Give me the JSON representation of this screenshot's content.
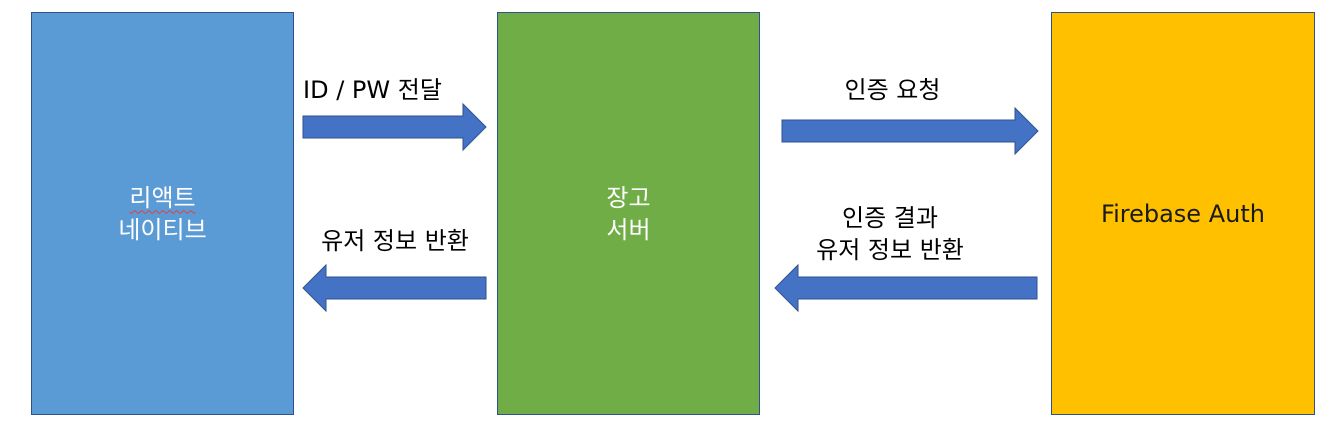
{
  "nodes": {
    "react_native": {
      "line1": "리액트",
      "line2": "네이티브",
      "color": "#5b9bd5"
    },
    "django": {
      "line1": "장고",
      "line2": "서버",
      "color": "#70ad47"
    },
    "firebase": {
      "label": "Firebase Auth",
      "color": "#ffc000"
    }
  },
  "edges": {
    "send_credentials": {
      "label": "ID / PW 전달",
      "direction": "right"
    },
    "auth_request": {
      "label": "인증 요청",
      "direction": "right"
    },
    "auth_result": {
      "line1": "인증 결과",
      "line2": "유저 정보 반환",
      "direction": "left"
    },
    "return_user_info": {
      "label": "유저 정보 반환",
      "direction": "left"
    }
  },
  "arrow_color": "#4472c4"
}
